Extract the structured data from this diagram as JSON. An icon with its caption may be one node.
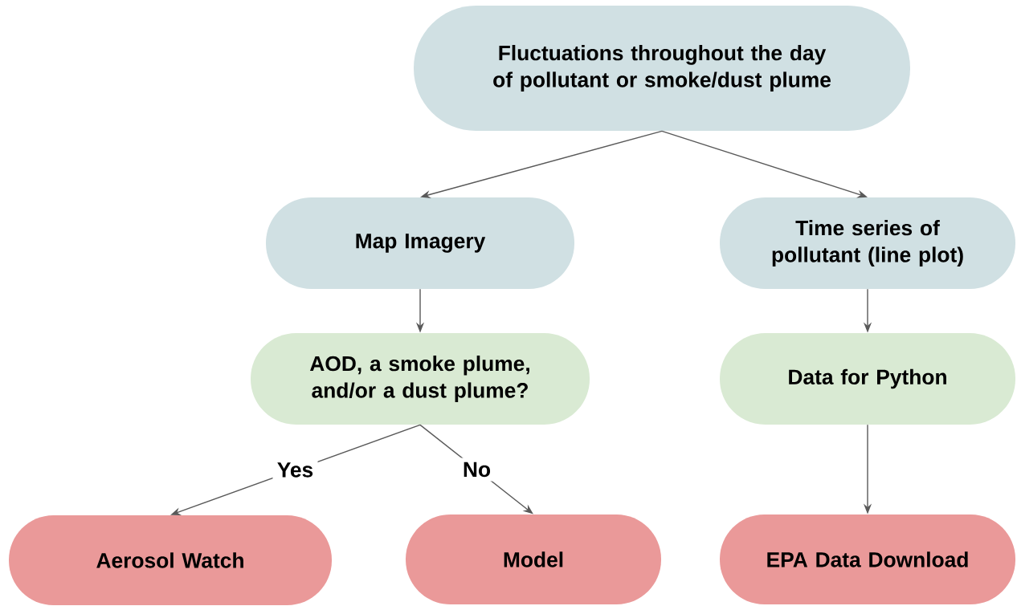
{
  "diagram": {
    "nodes": [
      {
        "text": [
          "Fluctuations throughout the day of pollutant or smoke/dust plume"
        ]
      },
      {
        "text": [
          "Map Imagery"
        ]
      },
      {
        "text": [
          "Time series of pollutant (line plot)"
        ]
      },
      {
        "text": [
          "AOD, a smoke plume, and/or a dust plume?"
        ]
      },
      {
        "text": [
          "Data for Python"
        ]
      },
      {
        "text": [
          "Aerosol Watch"
        ]
      },
      {
        "text": [
          "Model"
        ]
      },
      {
        "text": [
          "EPA Data Download"
        ]
      }
    ],
    "edges": [
      {
        "from": 0,
        "to": 1,
        "arrow": "to"
      },
      {
        "from": 0,
        "to": 2,
        "arrow": "to"
      },
      {
        "from": 1,
        "to": 3,
        "arrow": "to"
      },
      {
        "from": 2,
        "to": 4,
        "arrow": "to"
      },
      {
        "from": 3,
        "to": 5,
        "arrow": "to",
        "label": "Yes"
      },
      {
        "from": 3,
        "to": 6,
        "arrow": "to",
        "label": "No"
      },
      {
        "from": 4,
        "to": 7,
        "arrow": "to"
      }
    ]
  }
}
